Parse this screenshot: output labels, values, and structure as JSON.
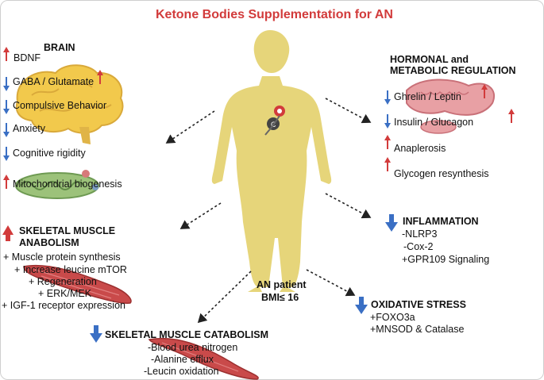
{
  "title": "Ketone Bodies Supplementation for AN",
  "center": {
    "patient_label": "AN patient",
    "bmi_label": "BMI≤ 16"
  },
  "brain": {
    "heading": "BRAIN",
    "items": [
      "BDNF",
      "GABA / Glutamate",
      "Compulsive Behavior",
      "Anxiety",
      "Cognitive rigidity",
      "Mitochondrial biogenesis"
    ]
  },
  "hormonal": {
    "heading_line1": "HORMONAL and",
    "heading_line2": "METABOLIC  REGULATION",
    "items": [
      "Ghrelin  / Leptin",
      "Insulin / Glucagon",
      "Anaplerosis",
      "Glycogen resynthesis"
    ]
  },
  "anabolism": {
    "heading_line1": "SKELETAL MUSCLE",
    "heading_line2": "ANABOLISM",
    "items": [
      "+ Muscle  protein synthesis",
      "+ Increase leucine mTOR",
      "+ Regeneration",
      "+ ERK/MEK",
      "+ IGF-1 receptor expression"
    ]
  },
  "inflammation": {
    "heading": "INFLAMMATION",
    "items": [
      "-NLRP3",
      "-Cox-2",
      "+GPR109 Signaling"
    ]
  },
  "oxidative": {
    "heading": "OXIDATIVE STRESS",
    "items": [
      "+FOXO3a",
      "+MNSOD & Catalase"
    ]
  },
  "catabolism": {
    "heading": "SKELETAL MUSCLE CATABOLISM",
    "items": [
      "-Blood urea nitrogen",
      "-Alanine efflux",
      "-Leucin oxidation"
    ]
  },
  "colors": {
    "title": "#d23b3b",
    "up": "#d23b3b",
    "down": "#3a6fc4",
    "body": "#e6d57a",
    "brain": "#f2c94c",
    "muscle": "#c94a4a",
    "mito": "#9cc27a"
  }
}
